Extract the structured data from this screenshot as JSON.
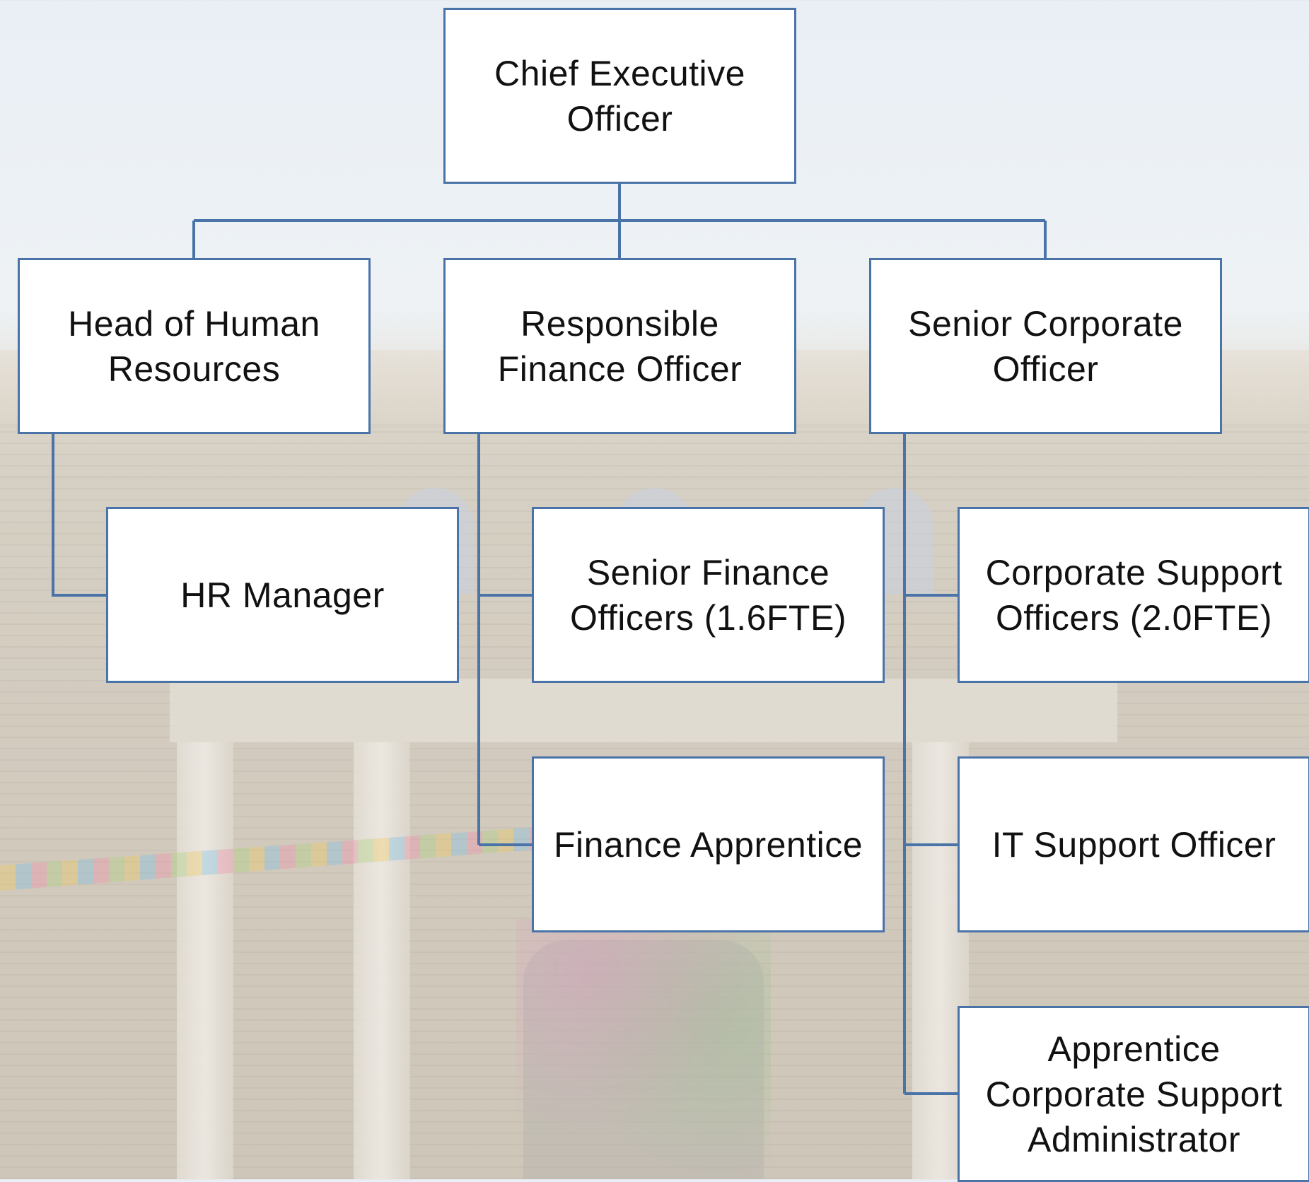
{
  "org_chart": {
    "line_color": "#4a74a8",
    "box_border_color": "#4a74a8",
    "box_fill_color": "#ffffff",
    "ceo": "Chief Executive\nOfficer",
    "head_hr": "Head of Human\nResources",
    "rfo": "Responsible\nFinance Officer",
    "senior_corporate": "Senior Corporate\nOfficer",
    "hr_manager": "HR Manager",
    "senior_finance": "Senior Finance\nOfficers (1.6FTE)",
    "finance_apprentice": "Finance Apprentice",
    "corporate_support": "Corporate Support\nOfficers (2.0FTE)",
    "it_support": "IT Support Officer",
    "apprentice_corporate": "Apprentice\nCorporate Support\nAdministrator"
  }
}
